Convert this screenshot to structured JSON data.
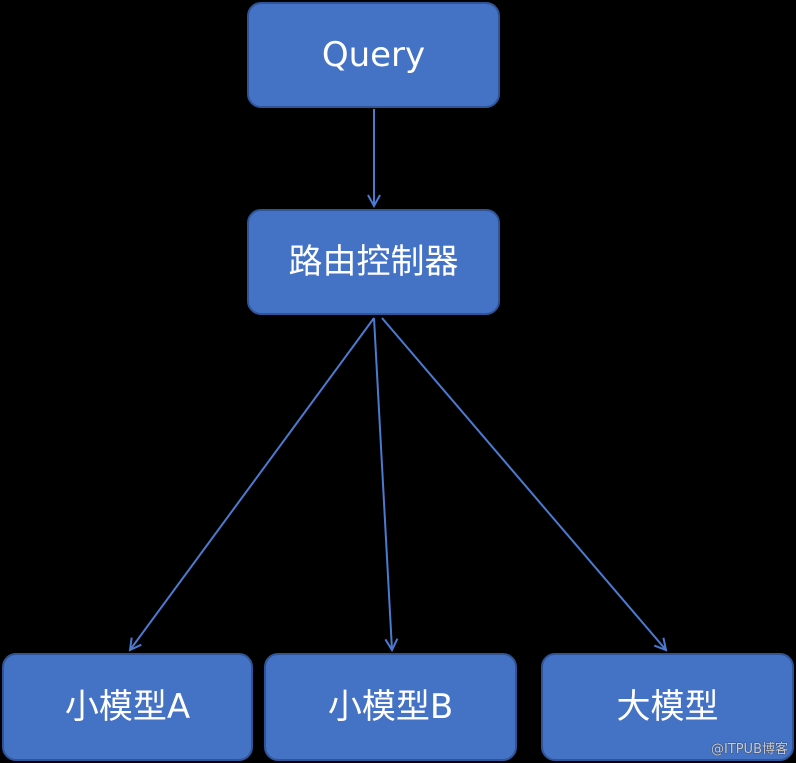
{
  "diagram": {
    "nodes": {
      "query": {
        "label": "Query"
      },
      "router": {
        "label": "路由控制器"
      },
      "small_a": {
        "label": "小模型A"
      },
      "small_b": {
        "label": "小模型B"
      },
      "large": {
        "label": "大模型"
      }
    },
    "edges": [
      {
        "from": "query",
        "to": "router"
      },
      {
        "from": "router",
        "to": "small_a"
      },
      {
        "from": "router",
        "to": "small_b"
      },
      {
        "from": "router",
        "to": "large"
      }
    ],
    "colors": {
      "node_fill": "#4472C4",
      "node_border": "#2F5597",
      "edge": "#4A7BD0",
      "background": "#000000",
      "text": "#FFFFFF"
    }
  },
  "watermark": "@ITPUB博客"
}
